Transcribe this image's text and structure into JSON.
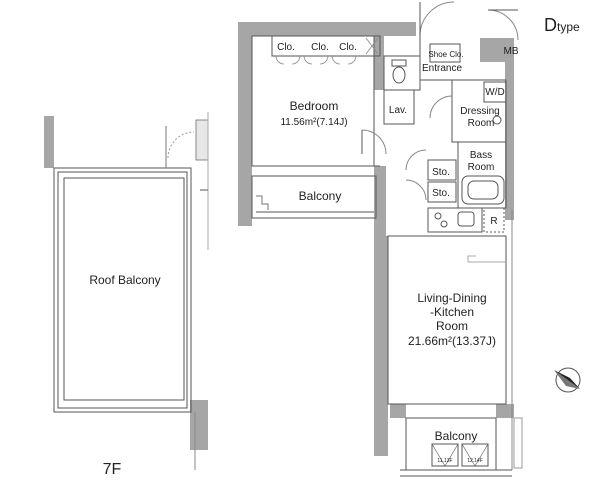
{
  "type_label": {
    "letter": "D",
    "suffix": "type"
  },
  "floor_label": "7F",
  "rooms": {
    "closets": [
      "Clo.",
      "Clo.",
      "Clo."
    ],
    "bedroom": {
      "name": "Bedroom",
      "area": "11.56m²(7.14J)"
    },
    "lavatory": "Lav.",
    "entrance": "Entrance",
    "shoe_closet": "Shoe Clo.",
    "mb": "MB",
    "wd": "W/D",
    "dressing_room": [
      "Dressing",
      "Room"
    ],
    "bass_room": [
      "Bass",
      "Room"
    ],
    "storage": [
      "Sto.",
      "Sto."
    ],
    "balcony_upper": "Balcony",
    "refrigerator": "R",
    "ldk": {
      "lines": [
        "Living-Dining",
        "-Kitchen",
        "Room"
      ],
      "area": "21.66m²(13.37J)"
    },
    "balcony_lower": "Balcony",
    "hatches": [
      "11.13F",
      "12.14F"
    ],
    "roof_balcony": "Roof Balcony"
  }
}
